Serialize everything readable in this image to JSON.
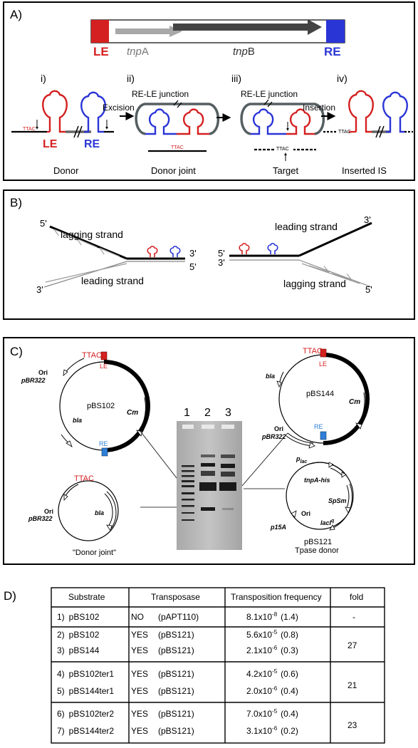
{
  "panelA": {
    "label": "A)",
    "le": "LE",
    "re": "RE",
    "tnpA_pre": "tnp",
    "tnpA_suf": "A",
    "tnpB_pre": "tnp",
    "tnpB_suf": "B",
    "steps": [
      "i)",
      "ii)",
      "iii)",
      "iv)"
    ],
    "excision": "Excision",
    "insertion": "Insertion",
    "junction": "RE-LE junction",
    "ttac": "TTAC",
    "captions": [
      "Donor",
      "Donor joint",
      "Target",
      "Inserted IS"
    ],
    "colors": {
      "le": "#d42020",
      "re": "#2a35d6",
      "grey_arrow": "#a8a8a8",
      "dark_arrow": "#444444",
      "plasmid": "#555f62"
    }
  },
  "panelB": {
    "label": "B)",
    "left": {
      "top5": "5'",
      "lagging": "lagging strand",
      "right3": "3'",
      "right5": "5'",
      "leading": "leading strand",
      "bottom3": "3'"
    },
    "right": {
      "top3": "3'",
      "leading": "leading strand",
      "left5": "5'",
      "left3": "3'",
      "lagging": "lagging strand",
      "bottom5": "5'"
    }
  },
  "panelC": {
    "label": "C)",
    "pbs102": {
      "name": "pBS102",
      "ttac": "TTAC",
      "le": "LE",
      "re": "RE",
      "ori": "Ori",
      "pbr": "pBR322",
      "cm": "Cm",
      "bla": "bla"
    },
    "pbs144": {
      "name": "pBS144",
      "ttac": "TTAC",
      "le": "LE",
      "re": "RE",
      "ori": "Ori",
      "pbr": "pBR322",
      "cm": "Cm",
      "bla": "bla"
    },
    "donor_joint": {
      "ttac": "TTAC",
      "ori": "Ori",
      "pbr": "pBR322",
      "bla": "bla",
      "caption": "\"Donor joint\""
    },
    "pbs121": {
      "plac_main": "p",
      "plac_sub": "lac",
      "tnpA": "tnpA-his",
      "spsm": "SpSm",
      "lacI_main": "lacI",
      "lacI_sup": "q",
      "ori": "Ori",
      "p15a": "p15A",
      "name": "pBS121",
      "caption": "Tpase donor"
    },
    "gel_lanes": [
      "1",
      "2",
      "3"
    ]
  },
  "panelD": {
    "label": "D)",
    "headers": [
      "Substrate",
      "Transposase",
      "Transposition frequency",
      "fold"
    ],
    "rows": [
      {
        "num": "1)",
        "substrate": "pBS102",
        "tp": "NO",
        "plasmid": "(pAPT110)",
        "freq": "8.1x10",
        "exp": "-8",
        "err": "(1.4)"
      },
      {
        "num": "2)",
        "substrate": "pBS102",
        "tp": "YES",
        "plasmid": "(pBS121)",
        "freq": "5.6x10",
        "exp": "-5",
        "err": "(0.8)"
      },
      {
        "num": "3)",
        "substrate": "pBS144",
        "tp": "YES",
        "plasmid": "(pBS121)",
        "freq": "2.1x10",
        "exp": "-6",
        "err": "(0.3)"
      },
      {
        "num": "4)",
        "substrate": "pBS102ter1",
        "tp": "YES",
        "plasmid": "(pBS121)",
        "freq": "4.2x10",
        "exp": "-5",
        "err": "(0.6)"
      },
      {
        "num": "5)",
        "substrate": "pBS144ter1",
        "tp": "YES",
        "plasmid": "(pBS121)",
        "freq": "2.0x10",
        "exp": "-6",
        "err": "(0.4)"
      },
      {
        "num": "6)",
        "substrate": "pBS102ter2",
        "tp": "YES",
        "plasmid": "(pBS121)",
        "freq": "7.0x10",
        "exp": "-5",
        "err": "(0.4)"
      },
      {
        "num": "7)",
        "substrate": "pBS144ter2",
        "tp": "YES",
        "plasmid": "(pBS121)",
        "freq": "3.1x10",
        "exp": "-6",
        "err": "(0.2)"
      }
    ],
    "folds": [
      "-",
      "27",
      "21",
      "23"
    ]
  }
}
